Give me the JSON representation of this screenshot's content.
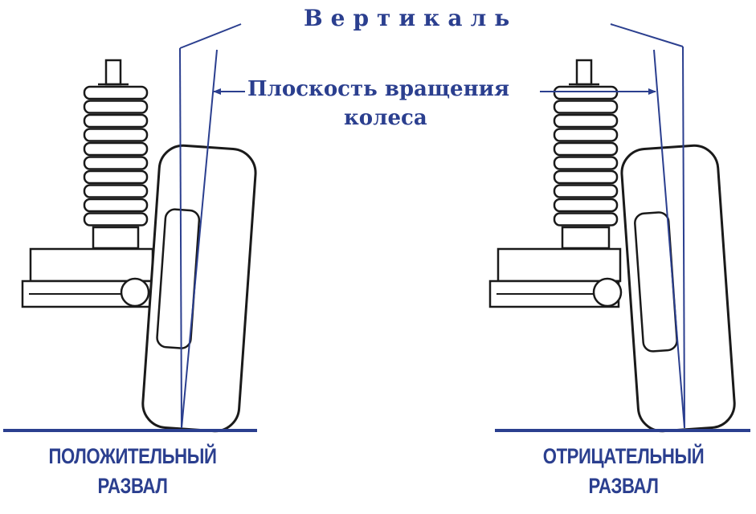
{
  "labels": {
    "vertical": "Вертикаль",
    "wheel_plane_line1": "Плоскость вращения",
    "wheel_plane_line2": "колеса"
  },
  "captions": {
    "positive_line1": "ПОЛОЖИТЕЛЬНЫЙ",
    "positive_line2": "РАЗВАЛ",
    "negative_line1": "ОТРИЦАТЕЛЬНЫЙ",
    "negative_line2": "РАЗВАЛ"
  },
  "colors": {
    "accent": "#2b3f8f",
    "ink": "#1a1a1a",
    "background": "#ffffff"
  },
  "icons": [
    "coil-spring-icon",
    "wheel-icon",
    "suspension-arm-icon"
  ]
}
